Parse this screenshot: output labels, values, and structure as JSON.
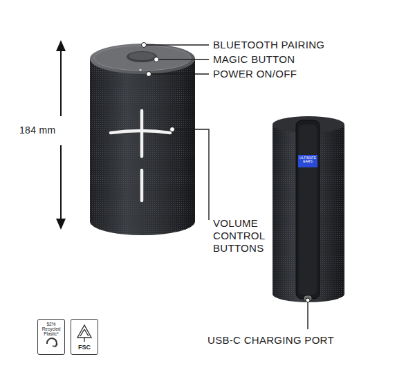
{
  "diagram": {
    "nodes": [
      {
        "text": [
          "52% Recycled Plastic*"
        ]
      },
      {
        "text": [
          "FSC"
        ]
      }
    ],
    "labels": [
      "BLUETOOTH PAIRING",
      "MAGIC BUTTON",
      "POWER ON/OFF",
      "184 mm",
      "VOLUME CONTROL BUTTONS",
      "ULTIMATE EARS",
      "USB-C CHARGING PORT"
    ]
  }
}
